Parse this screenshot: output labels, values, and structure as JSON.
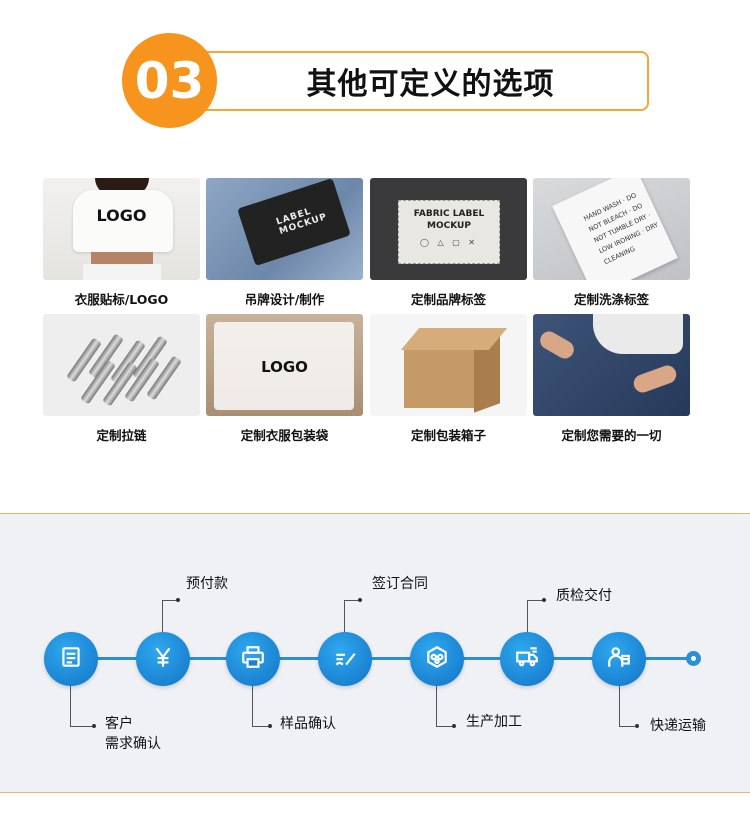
{
  "header": {
    "number": "03",
    "title": "其他可定义的选项"
  },
  "colors": {
    "accent_orange": "#f7941d",
    "accent_blue": "#1e88d8",
    "section_bg": "#eff1f5"
  },
  "options": [
    {
      "label": "衣服贴标/LOGO",
      "image_text": "LOGO"
    },
    {
      "label": "吊牌设计/制作",
      "image_text": "LABEL MOCKUP"
    },
    {
      "label": "定制品牌标签",
      "image_text": "FABRIC LABEL MOCKUP"
    },
    {
      "label": "定制洗涤标签",
      "image_text": "HAND WASH · DO NOT BLEACH · DO NOT TUMBLE DRY · LOW IRONING · DRY CLEANING"
    },
    {
      "label": "定制拉链",
      "image_text": ""
    },
    {
      "label": "定制衣服包装袋",
      "image_text": "LOGO"
    },
    {
      "label": "定制包装箱子",
      "image_text": ""
    },
    {
      "label": "定制您需要的一切",
      "image_text": ""
    }
  ],
  "process": {
    "steps": [
      {
        "label_line1": "客户",
        "label_line2": "需求确认",
        "icon": "document-icon",
        "position": "below"
      },
      {
        "label_line1": "预付款",
        "label_line2": "",
        "icon": "yen-icon",
        "position": "above"
      },
      {
        "label_line1": "样品确认",
        "label_line2": "",
        "icon": "printer-icon",
        "position": "below"
      },
      {
        "label_line1": "签订合同",
        "label_line2": "",
        "icon": "sign-pen-icon",
        "position": "above"
      },
      {
        "label_line1": "生产加工",
        "label_line2": "",
        "icon": "production-icon",
        "position": "below"
      },
      {
        "label_line1": "质检交付",
        "label_line2": "",
        "icon": "delivery-truck-icon",
        "position": "above"
      },
      {
        "label_line1": "快递运输",
        "label_line2": "",
        "icon": "courier-icon",
        "position": "below"
      }
    ]
  }
}
